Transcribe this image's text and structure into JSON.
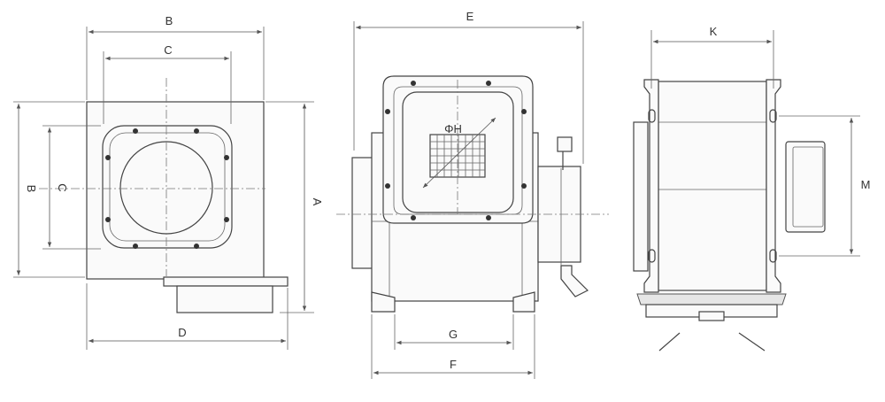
{
  "labels": {
    "front_B": "B",
    "front_C": "C",
    "front_B_vertical": "B",
    "front_C_vertical": "C",
    "front_A": "A",
    "front_D": "D",
    "side_E": "E",
    "side_H": "ΦH",
    "side_G": "G",
    "side_F": "F",
    "rear_K": "K",
    "rear_M": "M"
  },
  "colors": {
    "line": "#444444",
    "fill": "#fafafa",
    "shade": "#e6e6e6"
  }
}
